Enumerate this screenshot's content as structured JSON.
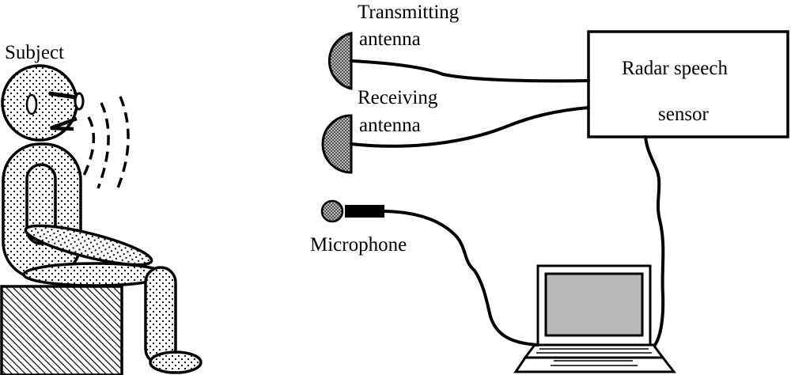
{
  "labels": {
    "subject": "Subject",
    "transmitting_antenna_line1": "Transmitting",
    "transmitting_antenna_line2": "antenna",
    "receiving_antenna_line1": "Receiving",
    "receiving_antenna_line2": "antenna",
    "radar_sensor_line1": "Radar speech",
    "radar_sensor_line2": "sensor",
    "microphone": "Microphone"
  },
  "colors": {
    "line": "#000000",
    "background": "#ffffff",
    "screen_fill": "#b9b9b9"
  }
}
